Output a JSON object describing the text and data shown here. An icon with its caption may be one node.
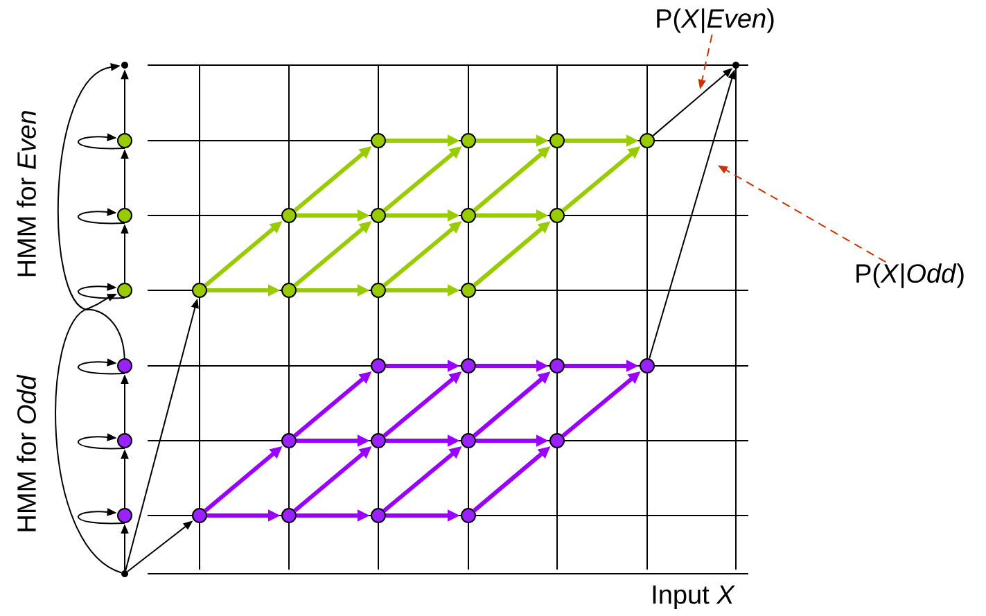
{
  "diagram": {
    "nodes": [
      {
        "text": [],
        "shape": "circle"
      },
      {
        "text": [],
        "shape": "circle"
      },
      {
        "text": [],
        "shape": "circle"
      },
      {
        "text": [],
        "shape": "circle"
      },
      {
        "text": [],
        "shape": "circle"
      },
      {
        "text": [],
        "shape": "circle"
      },
      {
        "text": [],
        "shape": "circle"
      },
      {
        "text": [],
        "shape": "circle"
      },
      {
        "text": [],
        "shape": "circle"
      },
      {
        "text": [],
        "shape": "circle"
      },
      {
        "text": [],
        "shape": "circle"
      },
      {
        "text": [],
        "shape": "circle"
      },
      {
        "text": [],
        "shape": "circle"
      },
      {
        "text": [],
        "shape": "circle"
      },
      {
        "text": [],
        "shape": "circle"
      },
      {
        "text": [],
        "shape": "circle"
      },
      {
        "text": [],
        "shape": "circle"
      },
      {
        "text": [],
        "shape": "circle"
      },
      {
        "text": [],
        "shape": "circle"
      },
      {
        "text": [],
        "shape": "circle"
      },
      {
        "text": [],
        "shape": "circle"
      },
      {
        "text": [],
        "shape": "circle"
      },
      {
        "text": [],
        "shape": "circle"
      },
      {
        "text": [],
        "shape": "circle"
      },
      {
        "text": [],
        "shape": "circle"
      },
      {
        "text": [],
        "shape": "circle"
      },
      {
        "text": [],
        "shape": "circle"
      },
      {
        "text": [],
        "shape": "circle"
      },
      {
        "text": [],
        "shape": "circle"
      },
      {
        "text": [],
        "shape": "circle"
      },
      {
        "text": [],
        "shape": "circle"
      },
      {
        "text": [],
        "shape": "circle"
      },
      {
        "text": [],
        "shape": "circle"
      },
      {
        "text": [
          "P(*X*|*Even*)"
        ]
      },
      {
        "text": [
          "P(*X*|*Odd*)"
        ]
      }
    ],
    "edges": [
      {
        "from": 7,
        "to": 6,
        "arrow": "to"
      },
      {
        "from": 6,
        "to": 5,
        "arrow": "to"
      },
      {
        "from": 5,
        "to": 4,
        "arrow": "to"
      },
      {
        "from": 3,
        "to": 2,
        "arrow": "to"
      },
      {
        "from": 2,
        "to": 1,
        "arrow": "to"
      },
      {
        "from": 1,
        "to": 0,
        "arrow": "to"
      },
      {
        "from": 1,
        "to": 1,
        "arrow": "to"
      },
      {
        "from": 2,
        "to": 2,
        "arrow": "to"
      },
      {
        "from": 3,
        "to": 3,
        "arrow": "to"
      },
      {
        "from": 4,
        "to": 4,
        "arrow": "to"
      },
      {
        "from": 5,
        "to": 5,
        "arrow": "to"
      },
      {
        "from": 6,
        "to": 6,
        "arrow": "to"
      },
      {
        "from": 7,
        "to": 3,
        "arrow": "to"
      },
      {
        "from": 4,
        "to": 0,
        "arrow": "to"
      },
      {
        "from": 7,
        "to": 28,
        "arrow": "to"
      },
      {
        "from": 7,
        "to": 16,
        "arrow": "to"
      },
      {
        "from": 11,
        "to": 32,
        "arrow": "to"
      },
      {
        "from": 23,
        "to": 32,
        "arrow": "to"
      },
      {
        "from": 16,
        "to": 17,
        "arrow": "to",
        "color": "#99cc00"
      },
      {
        "from": 17,
        "to": 18,
        "arrow": "to",
        "color": "#99cc00"
      },
      {
        "from": 18,
        "to": 19,
        "arrow": "to",
        "color": "#99cc00"
      },
      {
        "from": 12,
        "to": 13,
        "arrow": "to",
        "color": "#99cc00"
      },
      {
        "from": 13,
        "to": 14,
        "arrow": "to",
        "color": "#99cc00"
      },
      {
        "from": 14,
        "to": 15,
        "arrow": "to",
        "color": "#99cc00"
      },
      {
        "from": 8,
        "to": 9,
        "arrow": "to",
        "color": "#99cc00"
      },
      {
        "from": 9,
        "to": 10,
        "arrow": "to",
        "color": "#99cc00"
      },
      {
        "from": 10,
        "to": 11,
        "arrow": "to",
        "color": "#99cc00"
      },
      {
        "from": 16,
        "to": 12,
        "arrow": "to",
        "color": "#99cc00"
      },
      {
        "from": 17,
        "to": 13,
        "arrow": "to",
        "color": "#99cc00"
      },
      {
        "from": 18,
        "to": 14,
        "arrow": "to",
        "color": "#99cc00"
      },
      {
        "from": 19,
        "to": 15,
        "arrow": "to",
        "color": "#99cc00"
      },
      {
        "from": 12,
        "to": 8,
        "arrow": "to",
        "color": "#99cc00"
      },
      {
        "from": 13,
        "to": 9,
        "arrow": "to",
        "color": "#99cc00"
      },
      {
        "from": 14,
        "to": 10,
        "arrow": "to",
        "color": "#99cc00"
      },
      {
        "from": 15,
        "to": 11,
        "arrow": "to",
        "color": "#99cc00"
      },
      {
        "from": 28,
        "to": 29,
        "arrow": "to",
        "color": "#9900ff"
      },
      {
        "from": 29,
        "to": 30,
        "arrow": "to",
        "color": "#9900ff"
      },
      {
        "from": 30,
        "to": 31,
        "arrow": "to",
        "color": "#9900ff"
      },
      {
        "from": 24,
        "to": 25,
        "arrow": "to",
        "color": "#9900ff"
      },
      {
        "from": 25,
        "to": 26,
        "arrow": "to",
        "color": "#9900ff"
      },
      {
        "from": 26,
        "to": 27,
        "arrow": "to",
        "color": "#9900ff"
      },
      {
        "from": 20,
        "to": 21,
        "arrow": "to",
        "color": "#9900ff"
      },
      {
        "from": 21,
        "to": 22,
        "arrow": "to",
        "color": "#9900ff"
      },
      {
        "from": 22,
        "to": 23,
        "arrow": "to",
        "color": "#9900ff"
      },
      {
        "from": 28,
        "to": 24,
        "arrow": "to",
        "color": "#9900ff"
      },
      {
        "from": 29,
        "to": 25,
        "arrow": "to",
        "color": "#9900ff"
      },
      {
        "from": 30,
        "to": 26,
        "arrow": "to",
        "color": "#9900ff"
      },
      {
        "from": 31,
        "to": 27,
        "arrow": "to",
        "color": "#9900ff"
      },
      {
        "from": 24,
        "to": 20,
        "arrow": "to",
        "color": "#9900ff"
      },
      {
        "from": 25,
        "to": 21,
        "arrow": "to",
        "color": "#9900ff"
      },
      {
        "from": 26,
        "to": 22,
        "arrow": "to",
        "color": "#9900ff"
      },
      {
        "from": 27,
        "to": 23,
        "arrow": "to",
        "color": "#9900ff"
      },
      {
        "from": 33,
        "to": null,
        "arrow": "to",
        "style": "dashed",
        "color": "#cc3300"
      },
      {
        "from": 34,
        "to": null,
        "arrow": "to",
        "style": "dashed",
        "color": "#cc3300"
      }
    ],
    "labels": [
      "HMM for *Even*",
      "HMM for *Odd*",
      "Input *X*"
    ]
  }
}
